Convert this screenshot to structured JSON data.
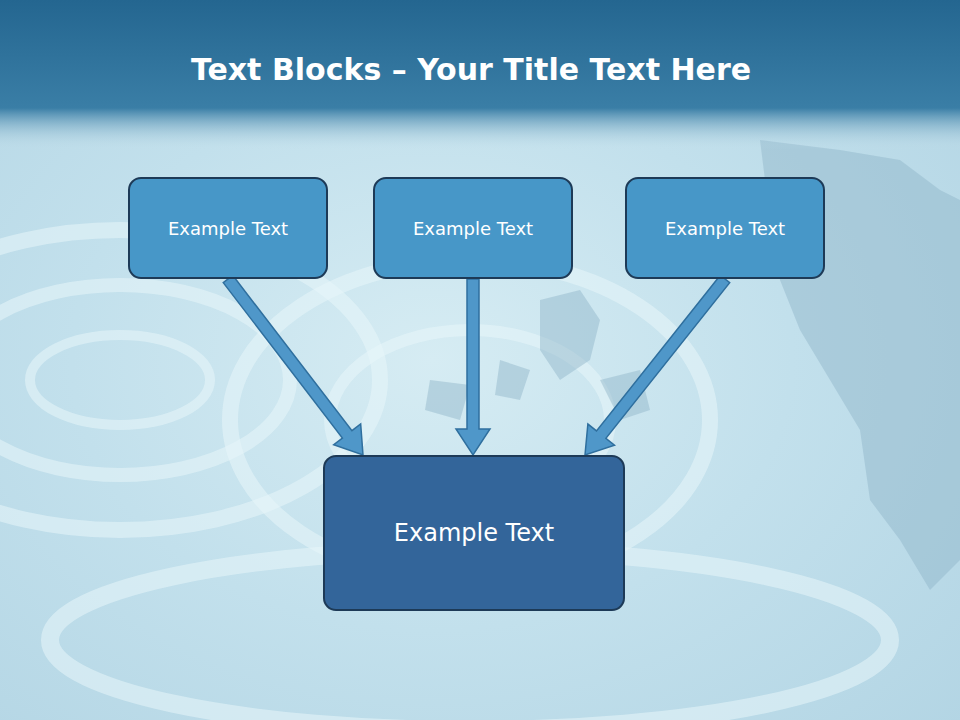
{
  "diagram": {
    "title": "Text Blocks – Your Title Text Here",
    "nodes": [
      {
        "text": [
          "Example Text"
        ]
      },
      {
        "text": [
          "Example Text"
        ]
      },
      {
        "text": [
          "Example Text"
        ]
      },
      {
        "text": [
          "Example Text"
        ]
      }
    ],
    "edges": [
      {
        "from": 0,
        "to": 3,
        "arrow": "to"
      },
      {
        "from": 1,
        "to": 3,
        "arrow": "to"
      },
      {
        "from": 2,
        "to": 3,
        "arrow": "to"
      }
    ]
  }
}
